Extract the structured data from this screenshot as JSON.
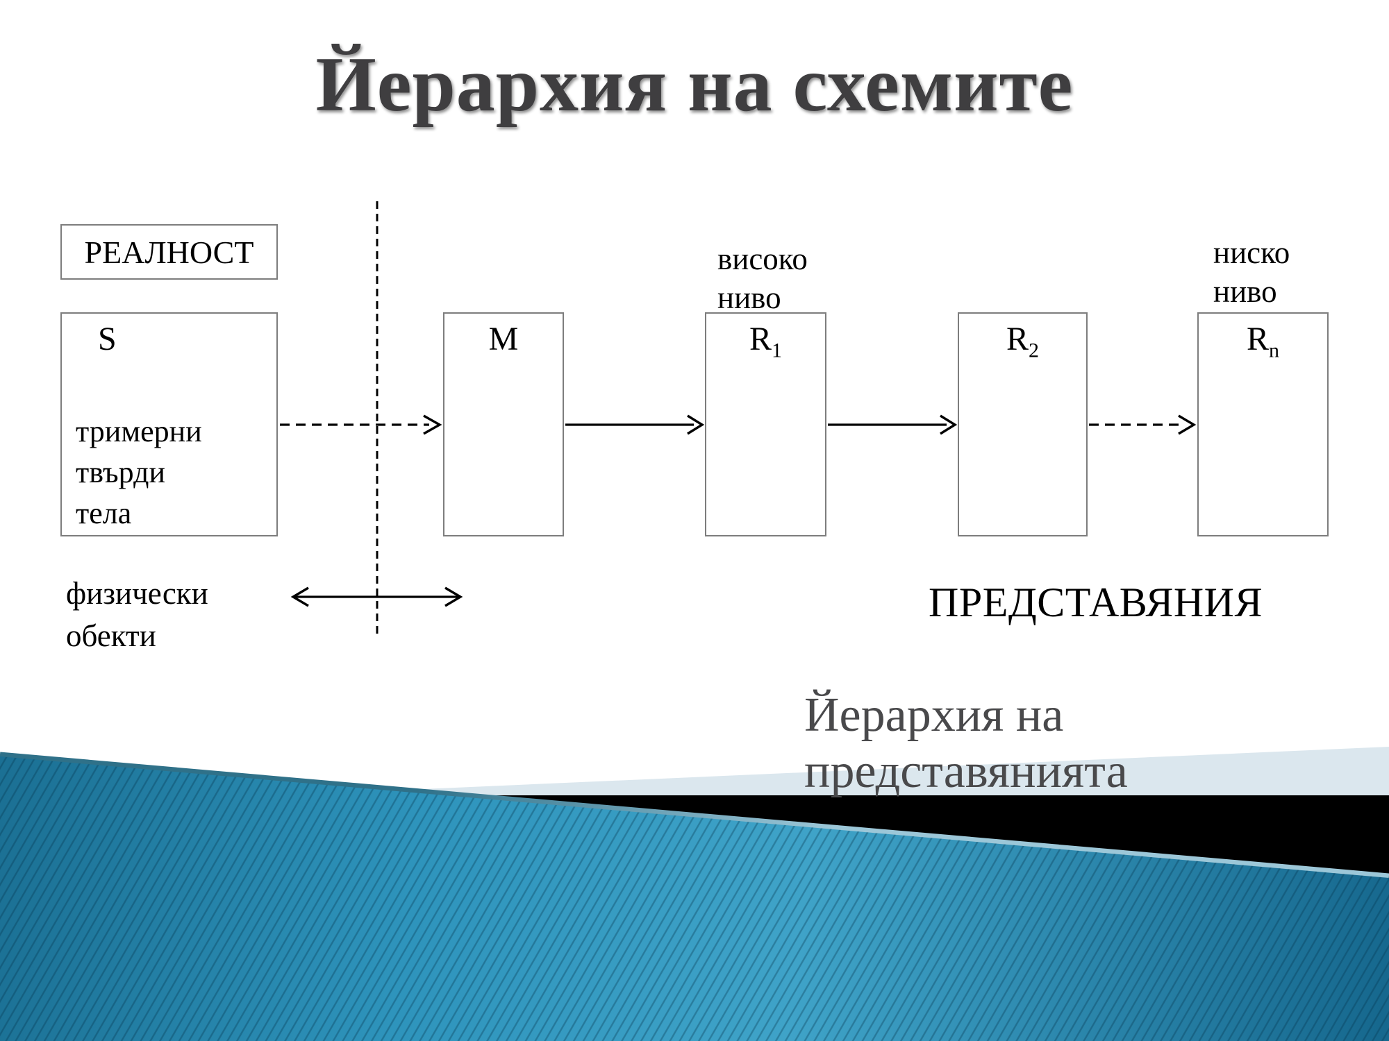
{
  "slide": {
    "title": "Йерархия на схемите",
    "footer_caption": "Йерархия на представянията"
  },
  "diagram": {
    "reality_label": "РЕАЛНОСТ",
    "boxes": {
      "s": {
        "label": "S",
        "caption_lines": [
          "тримерни",
          "твърди",
          "тела"
        ]
      },
      "m": {
        "label": "M"
      },
      "r1": {
        "base": "R",
        "sub": "1"
      },
      "r2": {
        "base": "R",
        "sub": "2"
      },
      "rn": {
        "base": "R",
        "sub": "n"
      }
    },
    "labels": {
      "high_level": [
        "високо",
        "ниво"
      ],
      "low_level": [
        "ниско",
        "ниво"
      ],
      "physical_objects": [
        "физически",
        "обекти"
      ],
      "representations": "ПРЕДСТАВЯНИЯ"
    }
  },
  "colors": {
    "title_text": "#3f3e40",
    "footer_text": "#49494b",
    "box_border": "#7d7d7d",
    "diagram_ink": "#000000",
    "pale_band": "#dbe7ee",
    "black_band": "#000000",
    "edge_dark": "#2f7189",
    "edge_light": "#9cc7d8",
    "teal_deep": "#1b7094",
    "teal_mid": "#2e94bc",
    "teal_light": "#3fa3c8",
    "teal_dark_right": "#16688e",
    "stripe": "rgba(4,52,77,0.33)"
  }
}
